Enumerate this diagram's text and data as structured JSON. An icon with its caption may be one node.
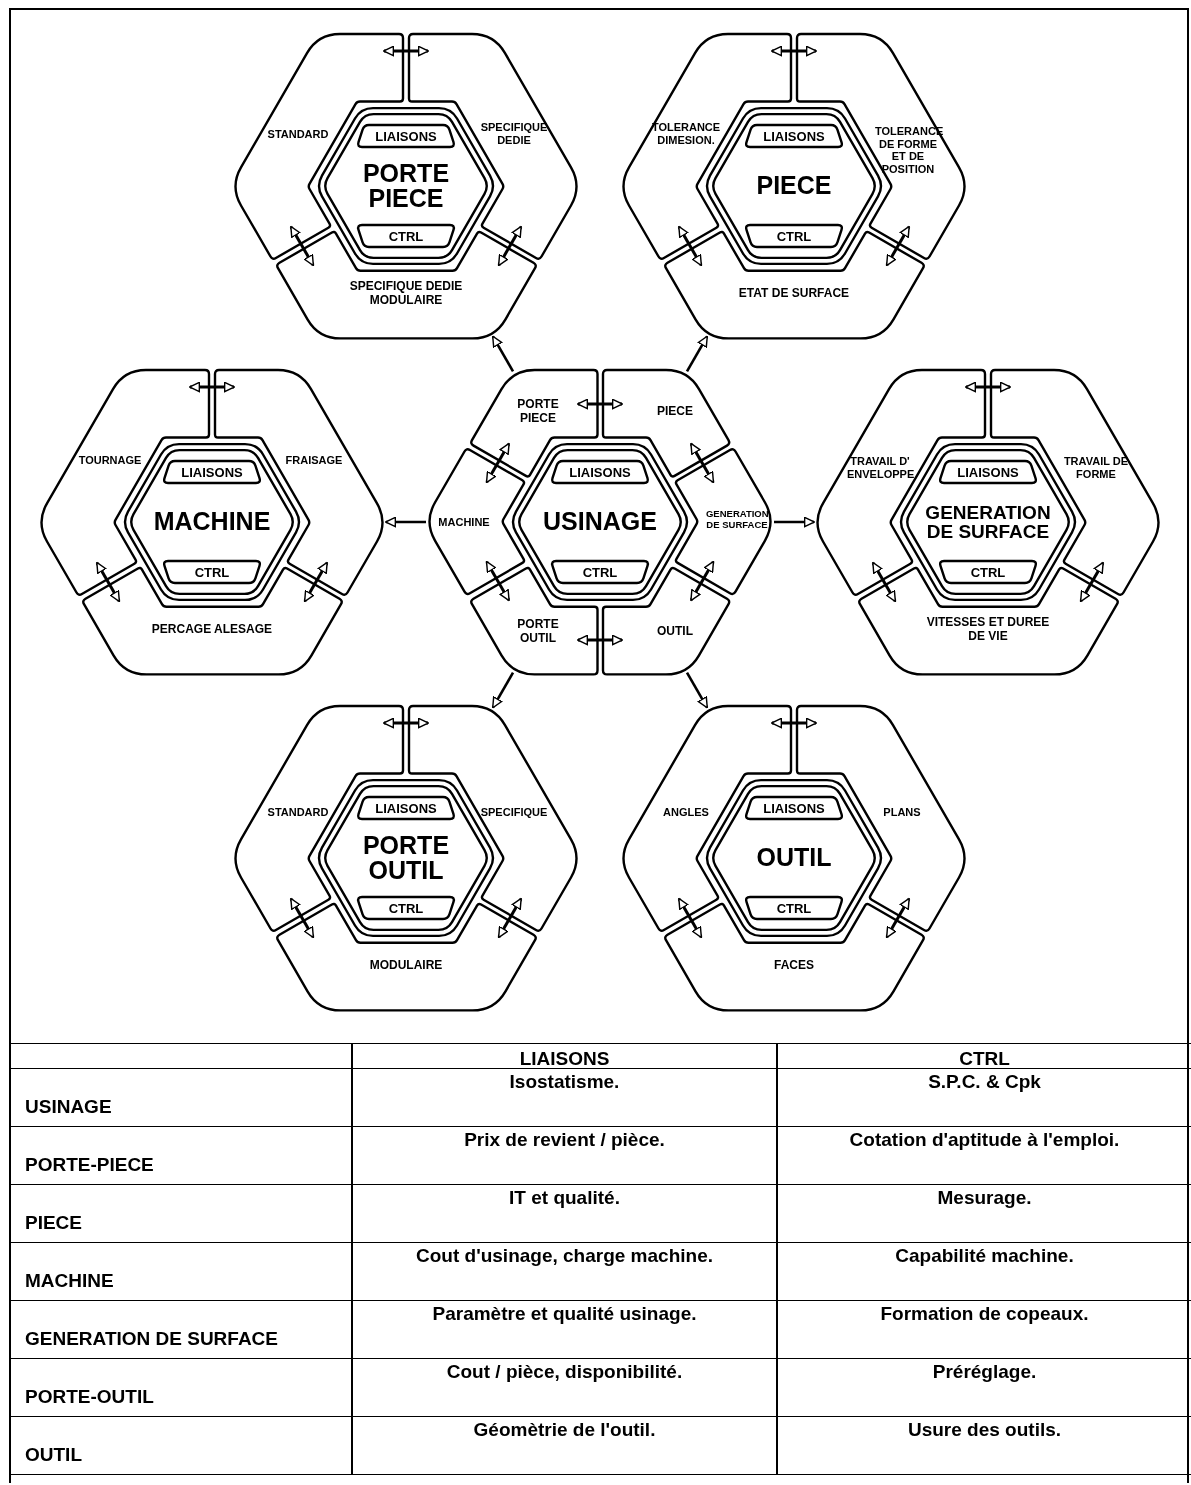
{
  "diagram": {
    "nodes": [
      {
        "text": [
          "PORTE PIECE"
        ]
      },
      {
        "text": [
          "LIAISONS"
        ],
        "in": 0
      },
      {
        "text": [
          "CTRL"
        ],
        "in": 0
      },
      {
        "text": [
          "STANDARD"
        ]
      },
      {
        "text": [
          "SPECIFIQUE DEDIE"
        ]
      },
      {
        "text": [
          "SPECIFIQUE DEDIE MODULAIRE"
        ]
      },
      {
        "text": [
          "PIECE"
        ]
      },
      {
        "text": [
          "LIAISONS"
        ],
        "in": 6
      },
      {
        "text": [
          "CTRL"
        ],
        "in": 6
      },
      {
        "text": [
          "TOLERANCE DIMESION."
        ]
      },
      {
        "text": [
          "TOLERANCE DE FORME ET DE POSITION"
        ]
      },
      {
        "text": [
          "ETAT DE SURFACE"
        ]
      },
      {
        "text": [
          "MACHINE"
        ]
      },
      {
        "text": [
          "LIAISONS"
        ],
        "in": 12
      },
      {
        "text": [
          "CTRL"
        ],
        "in": 12
      },
      {
        "text": [
          "TOURNAGE"
        ]
      },
      {
        "text": [
          "FRAISAGE"
        ]
      },
      {
        "text": [
          "PERCAGE ALESAGE"
        ]
      },
      {
        "text": [
          "USINAGE"
        ]
      },
      {
        "text": [
          "LIAISONS"
        ],
        "in": 18
      },
      {
        "text": [
          "CTRL"
        ],
        "in": 18
      },
      {
        "text": [
          "PORTE PIECE"
        ]
      },
      {
        "text": [
          "PIECE"
        ]
      },
      {
        "text": [
          "MACHINE"
        ]
      },
      {
        "text": [
          "GENERATION DE SURFACE"
        ]
      },
      {
        "text": [
          "PORTE OUTIL"
        ]
      },
      {
        "text": [
          "OUTIL"
        ]
      },
      {
        "text": [
          "GENERATION DE SURFACE"
        ]
      },
      {
        "text": [
          "LIAISONS"
        ],
        "in": 27
      },
      {
        "text": [
          "CTRL"
        ],
        "in": 27
      },
      {
        "text": [
          "TRAVAIL D' ENVELOPPE"
        ]
      },
      {
        "text": [
          "TRAVAIL DE FORME"
        ]
      },
      {
        "text": [
          "VITESSES ET DUREE DE VIE"
        ]
      },
      {
        "text": [
          "PORTE OUTIL"
        ]
      },
      {
        "text": [
          "LIAISONS"
        ],
        "in": 33
      },
      {
        "text": [
          "CTRL"
        ],
        "in": 33
      },
      {
        "text": [
          "STANDARD"
        ]
      },
      {
        "text": [
          "SPECIFIQUE"
        ]
      },
      {
        "text": [
          "MODULAIRE"
        ]
      },
      {
        "text": [
          "OUTIL"
        ]
      },
      {
        "text": [
          "LIAISONS"
        ],
        "in": 39
      },
      {
        "text": [
          "CTRL"
        ],
        "in": 39
      },
      {
        "text": [
          "ANGLES"
        ]
      },
      {
        "text": [
          "PLANS"
        ]
      },
      {
        "text": [
          "FACES"
        ]
      }
    ],
    "edges": [
      {
        "from": 3,
        "to": 4,
        "arrow": "both"
      },
      {
        "from": 3,
        "to": 5,
        "arrow": "both"
      },
      {
        "from": 4,
        "to": 5,
        "arrow": "both"
      },
      {
        "from": 9,
        "to": 10,
        "arrow": "both"
      },
      {
        "from": 9,
        "to": 11,
        "arrow": "both"
      },
      {
        "from": 10,
        "to": 11,
        "arrow": "both"
      },
      {
        "from": 15,
        "to": 16,
        "arrow": "both"
      },
      {
        "from": 15,
        "to": 17,
        "arrow": "both"
      },
      {
        "from": 16,
        "to": 17,
        "arrow": "both"
      },
      {
        "from": 21,
        "to": 22,
        "arrow": "both"
      },
      {
        "from": 21,
        "to": 23,
        "arrow": "both"
      },
      {
        "from": 22,
        "to": 24,
        "arrow": "both"
      },
      {
        "from": 23,
        "to": 25,
        "arrow": "both"
      },
      {
        "from": 24,
        "to": 26,
        "arrow": "both"
      },
      {
        "from": 25,
        "to": 26,
        "arrow": "both"
      },
      {
        "from": 30,
        "to": 31,
        "arrow": "both"
      },
      {
        "from": 30,
        "to": 32,
        "arrow": "both"
      },
      {
        "from": 31,
        "to": 32,
        "arrow": "both"
      },
      {
        "from": 36,
        "to": 37,
        "arrow": "both"
      },
      {
        "from": 36,
        "to": 38,
        "arrow": "both"
      },
      {
        "from": 37,
        "to": 38,
        "arrow": "both"
      },
      {
        "from": 42,
        "to": 43,
        "arrow": "both"
      },
      {
        "from": 42,
        "to": 44,
        "arrow": "both"
      },
      {
        "from": 43,
        "to": 44,
        "arrow": "both"
      },
      {
        "from": 21,
        "to": 5,
        "arrow": "to"
      },
      {
        "from": 22,
        "to": 11,
        "arrow": "to"
      },
      {
        "from": 23,
        "to": 16,
        "arrow": "to"
      },
      {
        "from": 24,
        "to": 30,
        "arrow": "to"
      },
      {
        "from": 25,
        "to": 37,
        "arrow": "to"
      },
      {
        "from": 26,
        "to": 42,
        "arrow": "to"
      }
    ],
    "labels": [
      "LIAISONS",
      "CTRL",
      "USINAGE",
      "Isostatisme.",
      "S.P.C. & Cpk",
      "PORTE-PIECE",
      "Prix de revient / pièce.",
      "Cotation d'aptitude à l'emploi.",
      "PIECE",
      "IT et qualité.",
      "Mesurage.",
      "MACHINE",
      "Cout d'usinage, charge machine.",
      "Capabilité machine.",
      "GENERATION DE SURFACE",
      "Paramètre et qualité usinage.",
      "Formation de copeaux.",
      "PORTE-OUTIL",
      "Cout / pièce, disponibilité.",
      "Préréglage.",
      "OUTIL",
      "Géomètrie de l'outil.",
      "Usure des outils."
    ]
  }
}
